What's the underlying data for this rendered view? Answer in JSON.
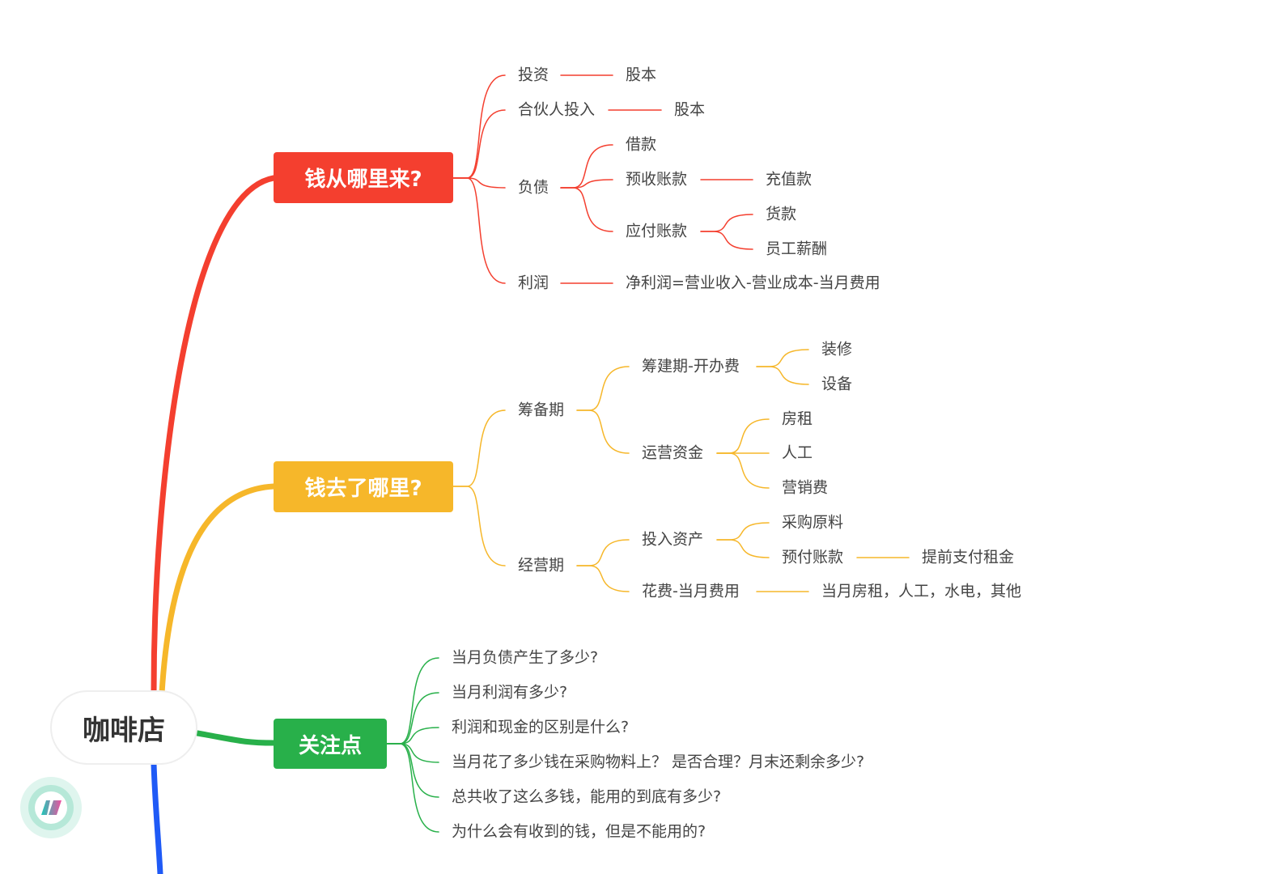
{
  "root": {
    "label": "咖啡店"
  },
  "colors": {
    "red": "#f43f2f",
    "yellow": "#f6b72a",
    "green": "#28b04a",
    "blue": "#1f5af6"
  },
  "branches": {
    "source": {
      "label": "钱从哪里来?",
      "invest": {
        "label": "投资",
        "child": "股本"
      },
      "partner": {
        "label": "合伙人投入",
        "child": "股本"
      },
      "debt": {
        "label": "负债",
        "loan": "借款",
        "prepaid": {
          "label": "预收账款",
          "child": "充值款"
        },
        "payable": {
          "label": "应付账款",
          "goods": "货款",
          "salary": "员工薪酬"
        }
      },
      "profit": {
        "label": "利润",
        "child": "净利润=营业收入-营业成本-当月费用"
      }
    },
    "use": {
      "label": "钱去了哪里?",
      "prep": {
        "label": "筹备期",
        "setup": {
          "label": "筹建期-开办费",
          "decor": "装修",
          "equip": "设备"
        },
        "capital": {
          "label": "运营资金",
          "rent": "房租",
          "labor": "人工",
          "marketing": "营销费"
        }
      },
      "ops": {
        "label": "经营期",
        "assets": {
          "label": "投入资产",
          "raw": "采购原料",
          "prepay": {
            "label": "预付账款",
            "child": "提前支付租金"
          }
        },
        "expense": {
          "label": "花费-当月费用",
          "child": "当月房租，人工，水电，其他"
        }
      }
    },
    "focus": {
      "label": "关注点",
      "items": [
        "当月负债产生了多少?",
        "当月利润有多少?",
        "利润和现金的区别是什么?",
        "当月花了多少钱在采购物料上？ 是否合理？月末还剩余多少?",
        "总共收了这么多钱，能用的到底有多少?",
        "为什么会有收到的钱，但是不能用的?"
      ]
    }
  }
}
